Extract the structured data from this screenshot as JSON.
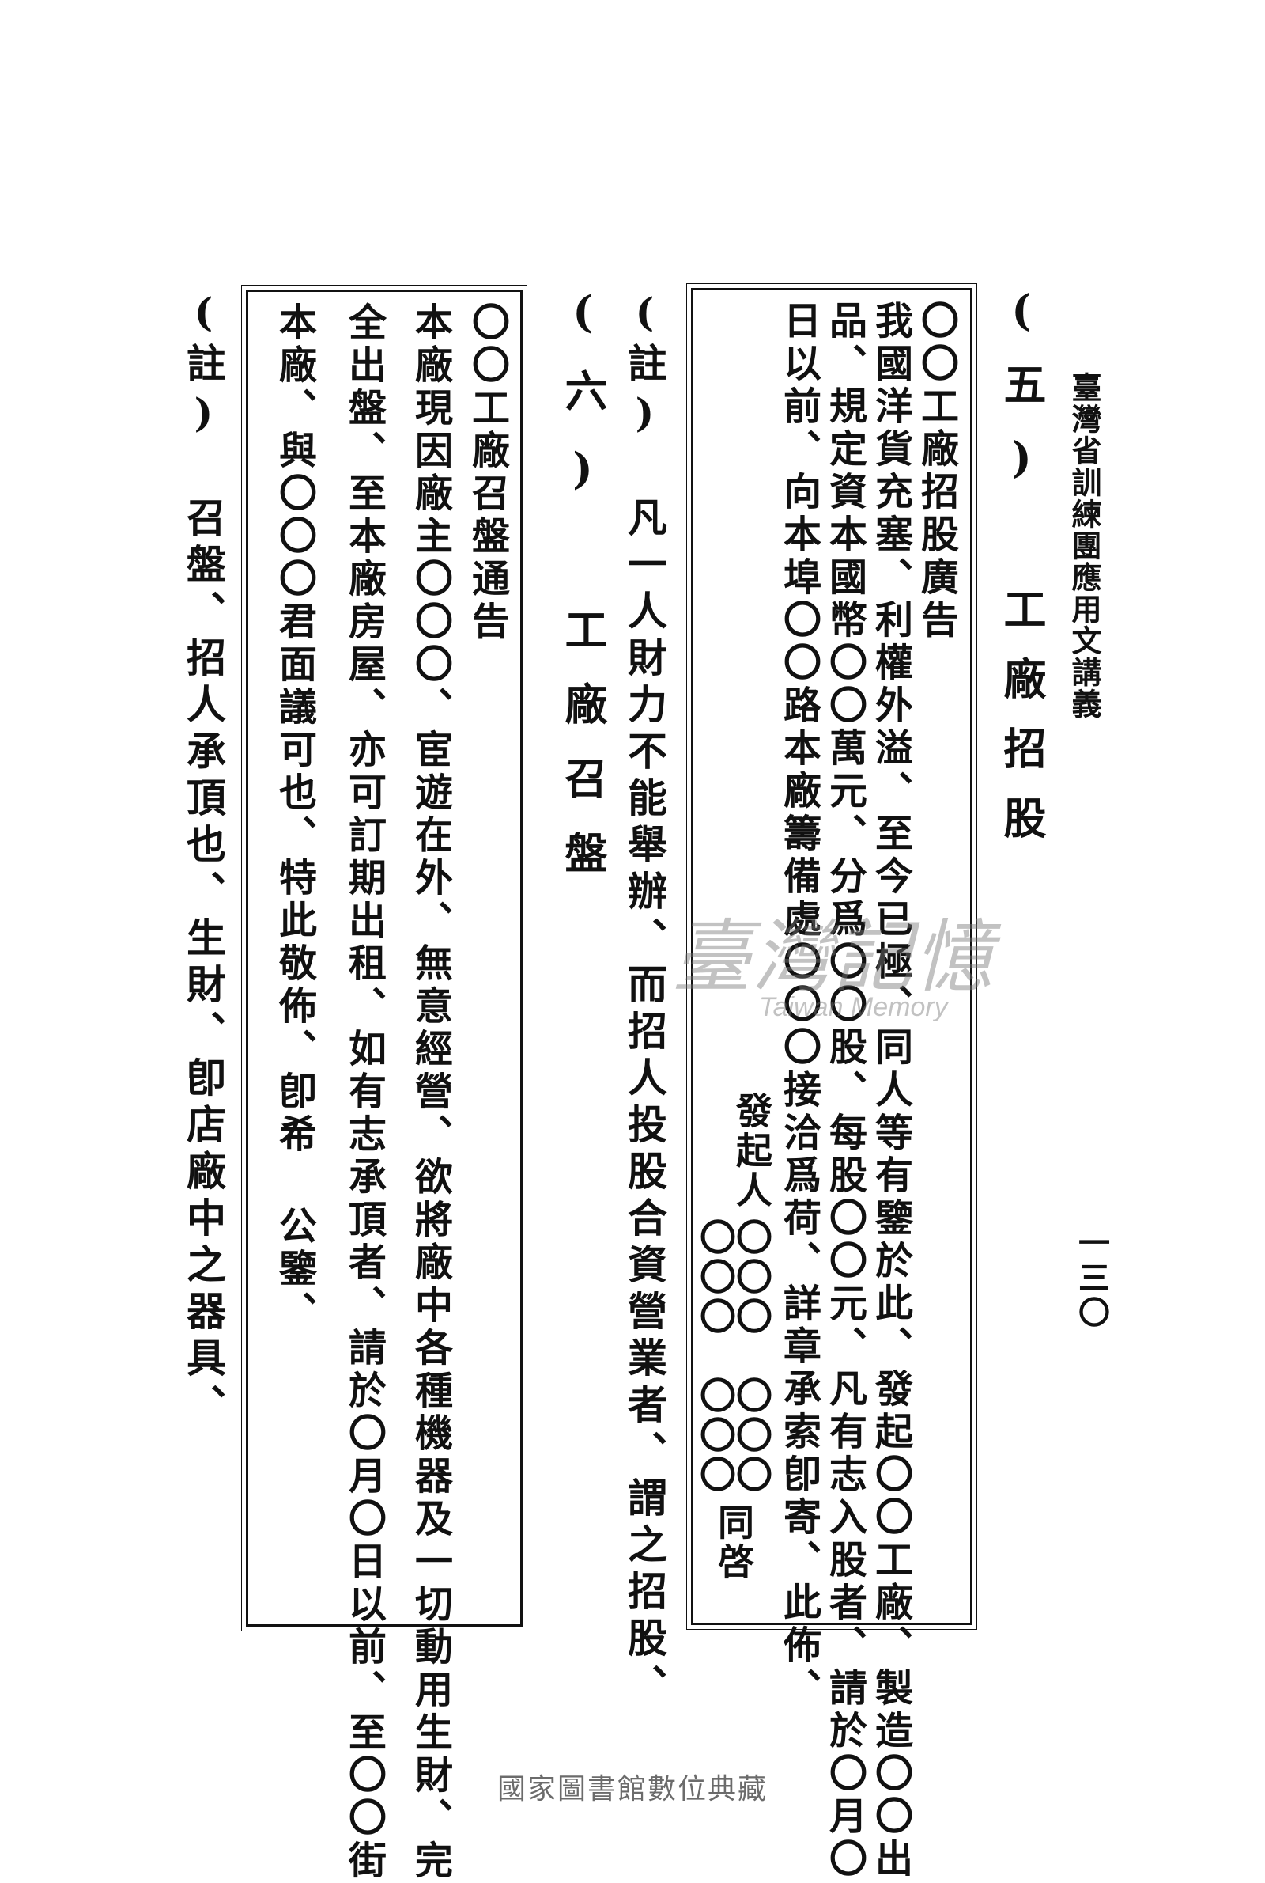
{
  "header": {
    "running_title": "臺灣省訓練團應用文講義",
    "page_number": "一三〇"
  },
  "section5": {
    "heading": "(五) 工廠招股",
    "box": {
      "title": "〇〇工廠招股廣告",
      "lines": [
        "我國洋貨充塞、利權外溢、至今已極、同人等有鑒於此、發起〇〇工廠、製造〇〇出",
        "品、規定資本國幣〇〇萬元、分爲〇〇股、每股〇〇元、凡有志入股者、請於〇月〇",
        "日以前、向本埠〇〇路本廠籌備處〇〇〇接洽爲荷、詳章承索卽寄、此佈、"
      ],
      "signature": {
        "label": "發起人",
        "line1": "〇〇〇　〇〇〇",
        "line2": "〇〇〇　〇〇〇",
        "suffix": "同啓"
      }
    },
    "note": "(註) 凡一人財力不能舉辦、而招人投股合資營業者、謂之招股、"
  },
  "section6": {
    "heading": "(六) 工廠召盤",
    "box": {
      "title": "〇〇工廠召盤通告",
      "lines": [
        "本廠現因廠主〇〇〇、宦遊在外、無意經營、欲將廠中各種機器及一切動用生財、完",
        "全出盤、至本廠房屋、亦可訂期出租、如有志承頂者、請於〇月〇日以前、至〇〇街",
        "本廠、與〇〇〇君面議可也、特此敬佈、卽希 公鑒、"
      ]
    },
    "note": "(註) 召盤、招人承頂也、生財、卽店廠中之器具、"
  },
  "watermark": {
    "zh": "臺灣記憶",
    "en": "Taiwan Memory"
  },
  "footer": "國家圖書館數位典藏"
}
